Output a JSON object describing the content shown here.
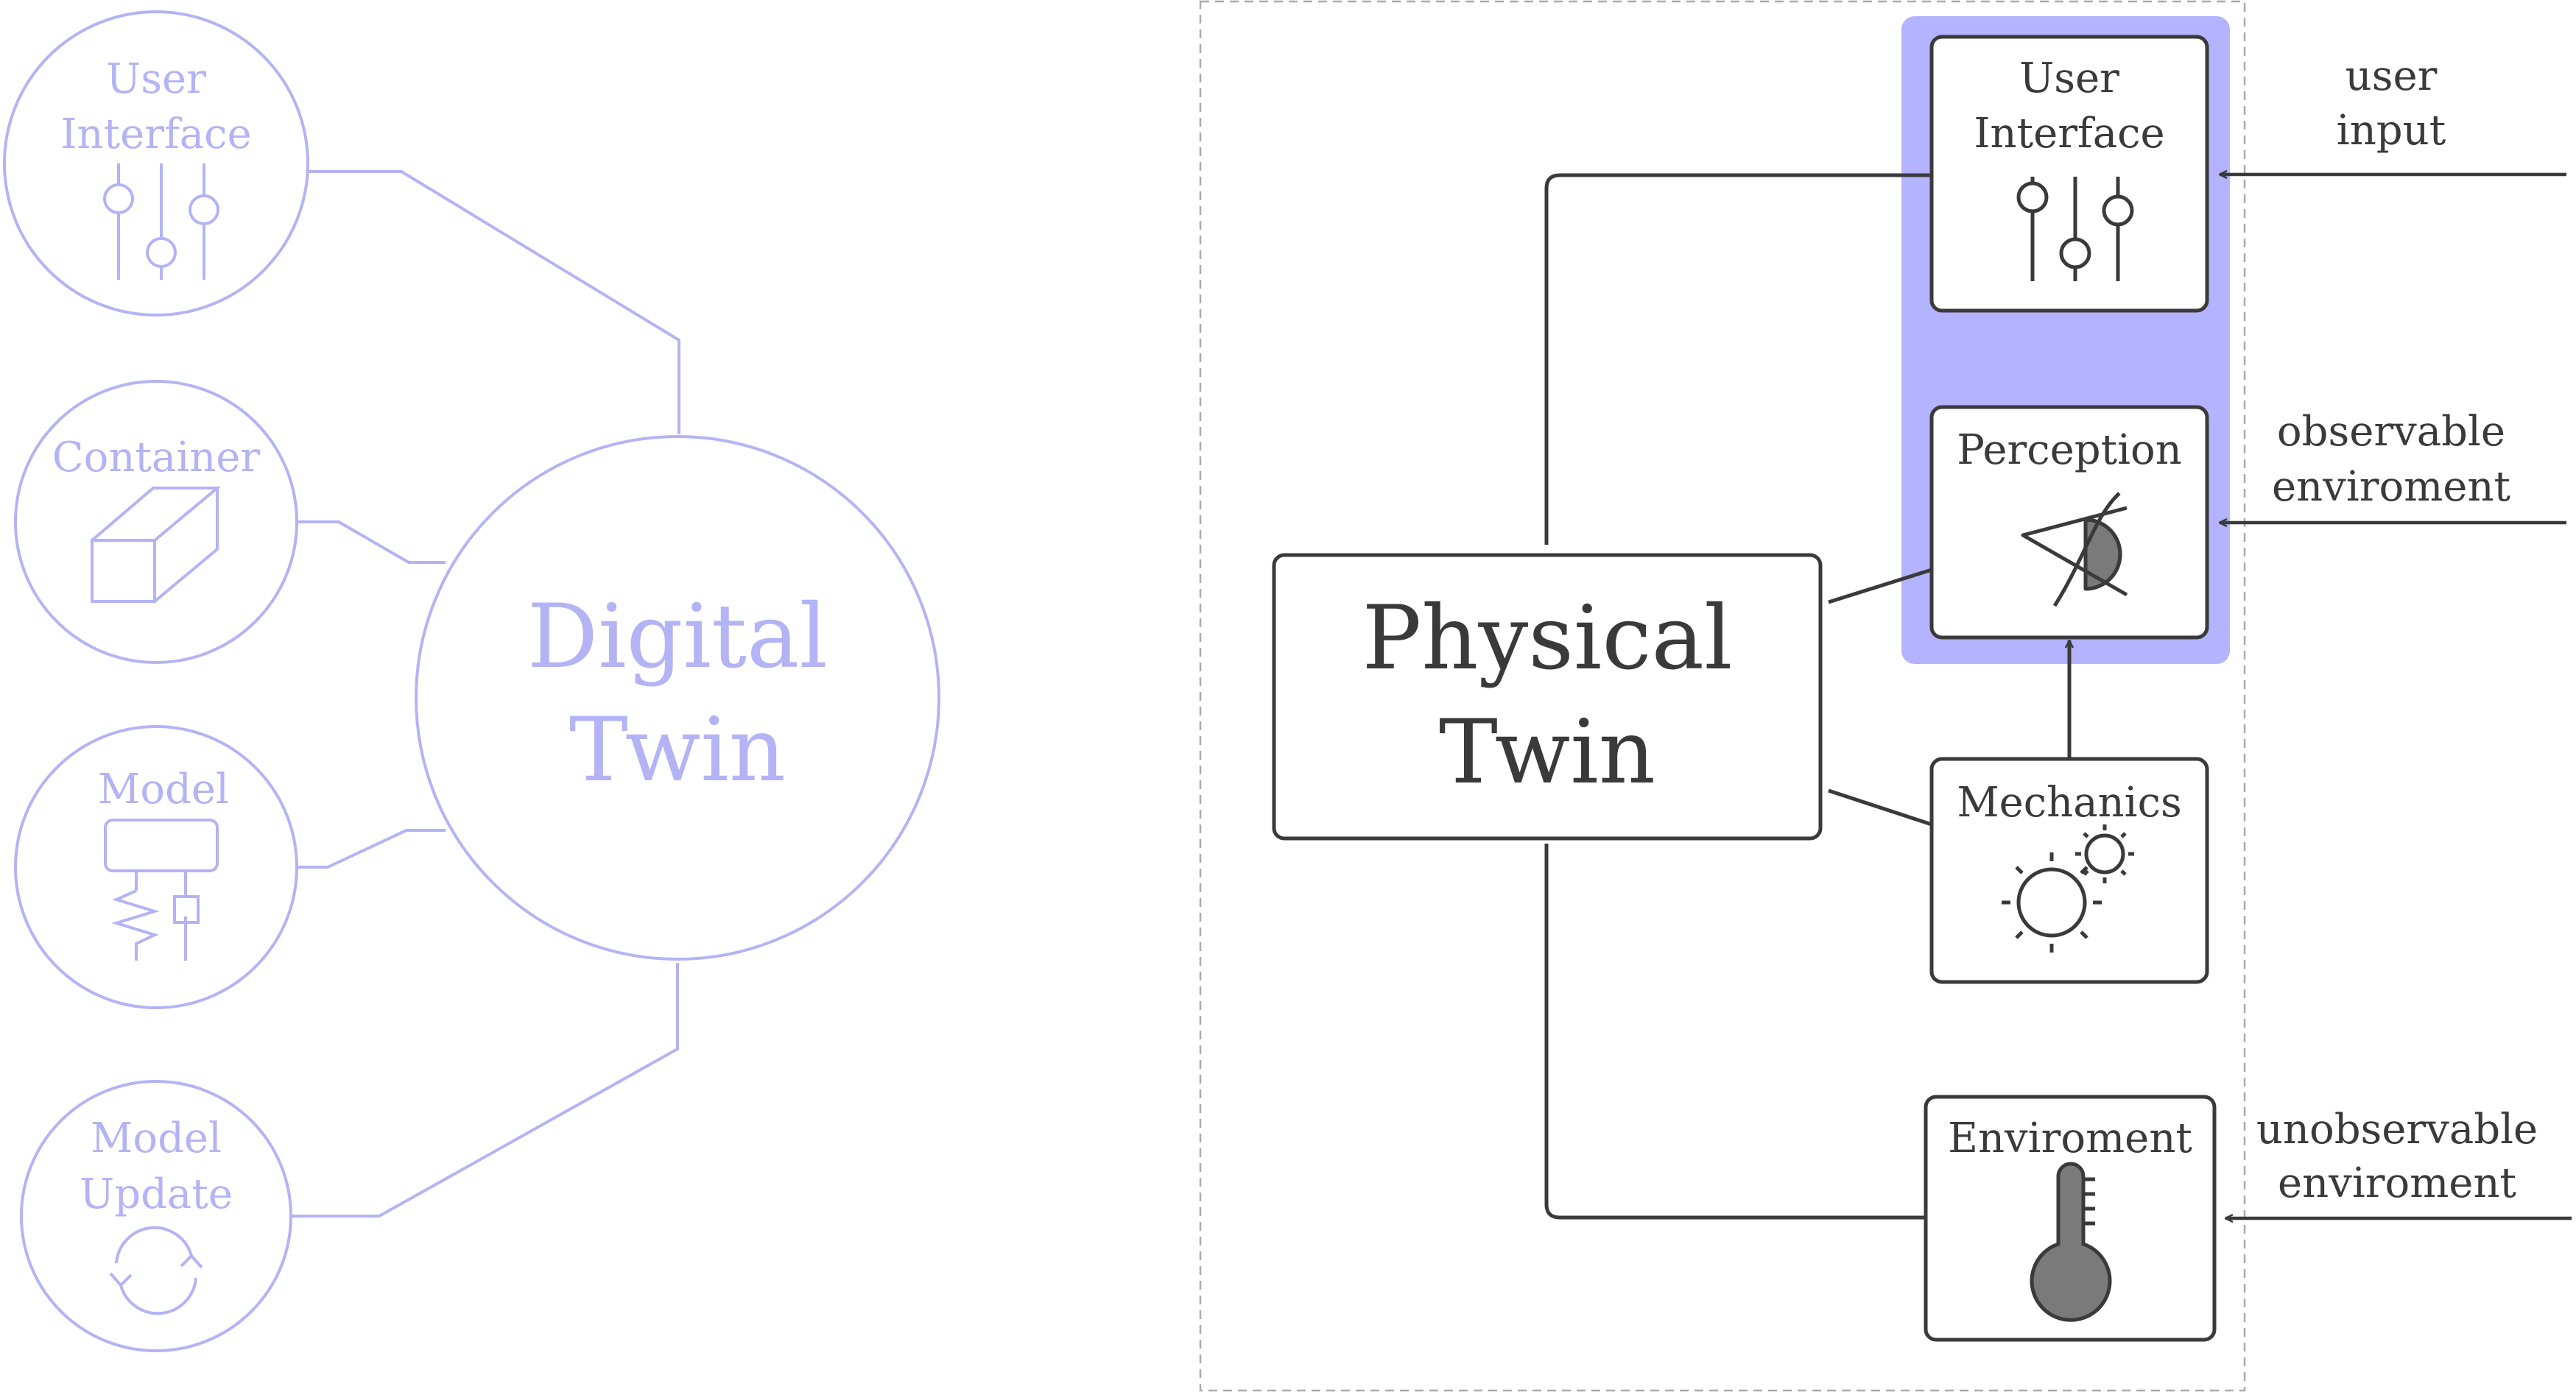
{
  "colors": {
    "digital": "#b3b3f5",
    "dark": "#3a3a3a",
    "highlight": "#b3b3ff",
    "thermo_fill": "#7a7a7a"
  },
  "digital_twin": {
    "title_line1": "Digital",
    "title_line2": "Twin",
    "nodes": [
      {
        "line1": "User",
        "line2": "Interface",
        "icon": "sliders-icon"
      },
      {
        "line1": "Container",
        "line2": "",
        "icon": "box-icon"
      },
      {
        "line1": "Model",
        "line2": "",
        "icon": "spring-damper-icon"
      },
      {
        "line1": "Model",
        "line2": "Update",
        "icon": "refresh-icon"
      }
    ]
  },
  "physical_twin": {
    "title_line1": "Physical",
    "title_line2": "Twin",
    "boxes": [
      {
        "line1": "User",
        "line2": "Interface",
        "icon": "sliders-icon"
      },
      {
        "line1": "Perception",
        "line2": "",
        "icon": "eye-icon"
      },
      {
        "line1": "Mechanics",
        "line2": "",
        "icon": "gears-icon"
      },
      {
        "line1": "Enviroment",
        "line2": "",
        "icon": "thermometer-icon"
      }
    ],
    "inputs": [
      {
        "line1": "user",
        "line2": "input"
      },
      {
        "line1": "observable",
        "line2": "enviroment"
      },
      {
        "line1": "unobservable",
        "line2": "enviroment"
      }
    ]
  }
}
